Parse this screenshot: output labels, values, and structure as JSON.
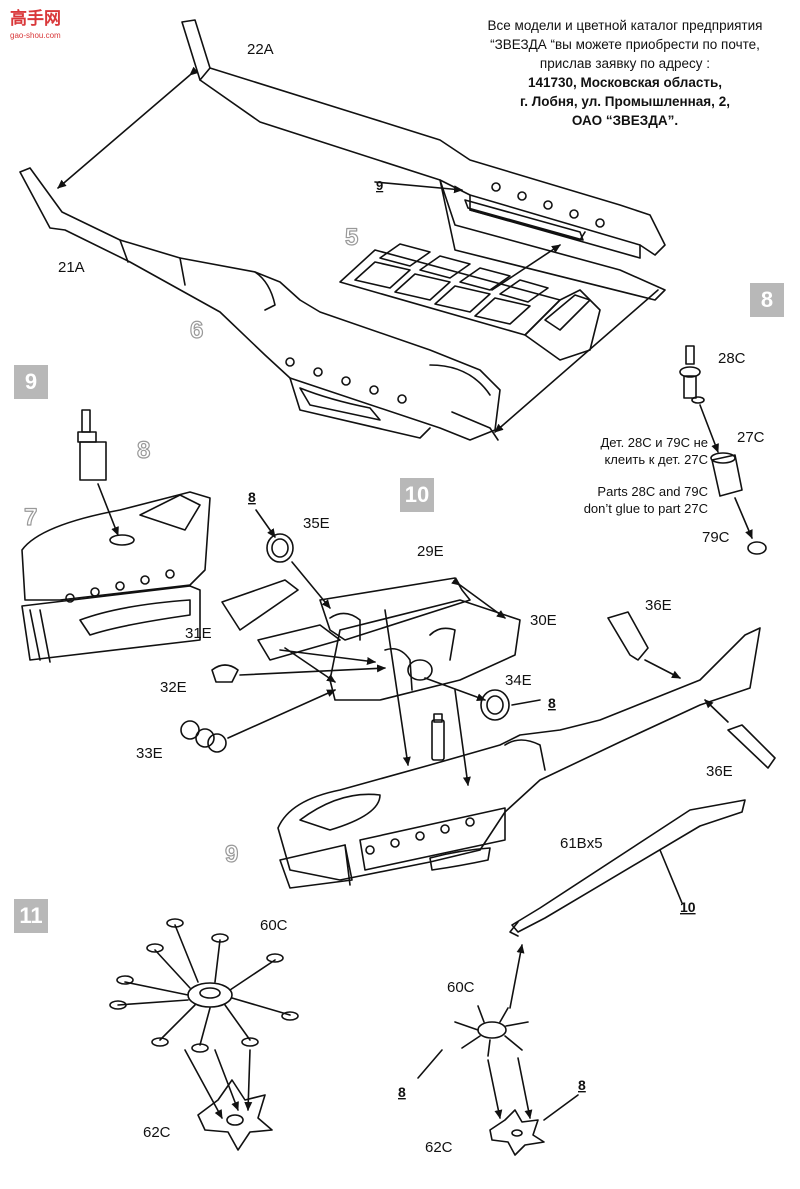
{
  "watermark": {
    "top": "高手网",
    "bottom": "gao-shou.com"
  },
  "header": {
    "line1": "Все модели и цветной каталог предприятия",
    "line2": "“ЗВЕЗДА “вы можете приобрести по почте,",
    "line3": "прислав заявку по адресу :",
    "line4": "141730, Московская область,",
    "line5": "г. Лобня, ул. Промышленная, 2,",
    "line6": "ОАО “ЗВЕЗДА”."
  },
  "steps": {
    "s8": "8",
    "s9": "9",
    "s10": "10",
    "s11": "11"
  },
  "note": {
    "ru1": "Дет. 28С и 79С не",
    "ru2": "клеить к дет. 27С",
    "en1": "Parts 28C and 79C",
    "en2": "don’t glue to part 27C"
  },
  "parts": {
    "p22A": "22A",
    "p21A": "21A",
    "p9a": "9",
    "p5": "5",
    "p6": "6",
    "p28C": "28C",
    "p27C": "27C",
    "p79C": "79C",
    "p8a": "8",
    "p7": "7",
    "p8b": "8",
    "p35E": "35E",
    "p29E": "29E",
    "p30E": "30E",
    "p31E": "31E",
    "p32E": "32E",
    "p33E": "33E",
    "p34E": "34E",
    "p8c": "8",
    "p36Ea": "36E",
    "p36Eb": "36E",
    "p9b": "9",
    "p61B": "61Bx5",
    "p10": "10",
    "p60Ca": "60C",
    "p62Ca": "62C",
    "p60Cb": "60C",
    "p62Cb": "62C",
    "p8d": "8",
    "p8e": "8"
  }
}
